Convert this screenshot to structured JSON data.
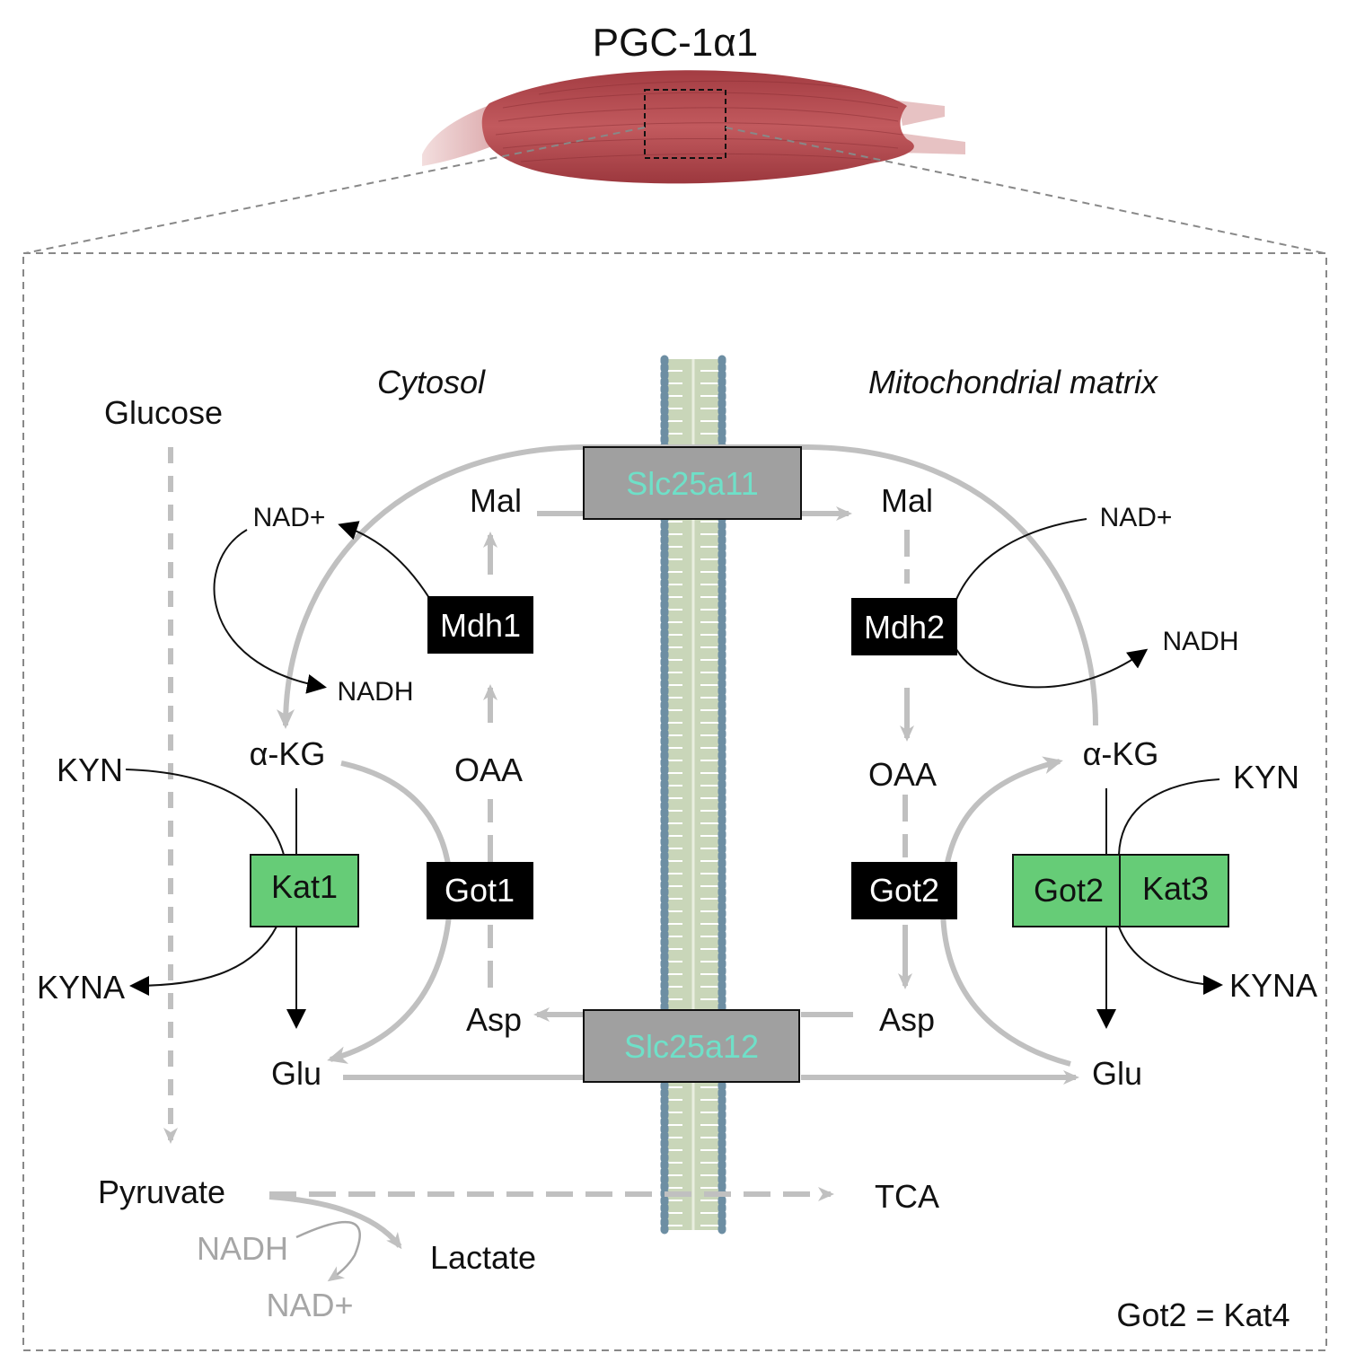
{
  "title": "PGC-1α1",
  "compartments": {
    "cytosol": "Cytosol",
    "matrix": "Mitochondrial matrix"
  },
  "transporters": {
    "upper": "Slc25a11",
    "lower": "Slc25a12"
  },
  "enzymes": {
    "mdh1": "Mdh1",
    "mdh2": "Mdh2",
    "got1": "Got1",
    "got2": "Got2",
    "kat1": "Kat1",
    "got2_green": "Got2",
    "kat3": "Kat3"
  },
  "metabolites": {
    "glucose": "Glucose",
    "pyruvate": "Pyruvate",
    "lactate": "Lactate",
    "tca": "TCA",
    "mal_left": "Mal",
    "mal_right": "Mal",
    "oaa_left": "OAA",
    "oaa_right": "OAA",
    "asp_left": "Asp",
    "asp_right": "Asp",
    "glu_left": "Glu",
    "glu_right": "Glu",
    "akg_left": "α-KG",
    "akg_right": "α-KG",
    "kyn_left": "KYN",
    "kyn_right": "KYN",
    "kyna_left": "KYNA",
    "kyna_right": "KYNA"
  },
  "cofactors": {
    "nad_left": "NAD+",
    "nadh_left": "NADH",
    "nad_right": "NAD+",
    "nadh_right": "NADH",
    "nadh_lactate": "NADH",
    "nad_lactate": "NAD+"
  },
  "footnote": "Got2 = Kat4",
  "colors": {
    "muscle": "#b5474c",
    "enzyme_black": "#000000",
    "kat_green": "#66cc77",
    "transporter_gray": "#a0a0a0",
    "transporter_text": "#6fe0c8",
    "arrow_gray": "#c0c0c0",
    "membrane_bead": "#6d8ea3"
  }
}
